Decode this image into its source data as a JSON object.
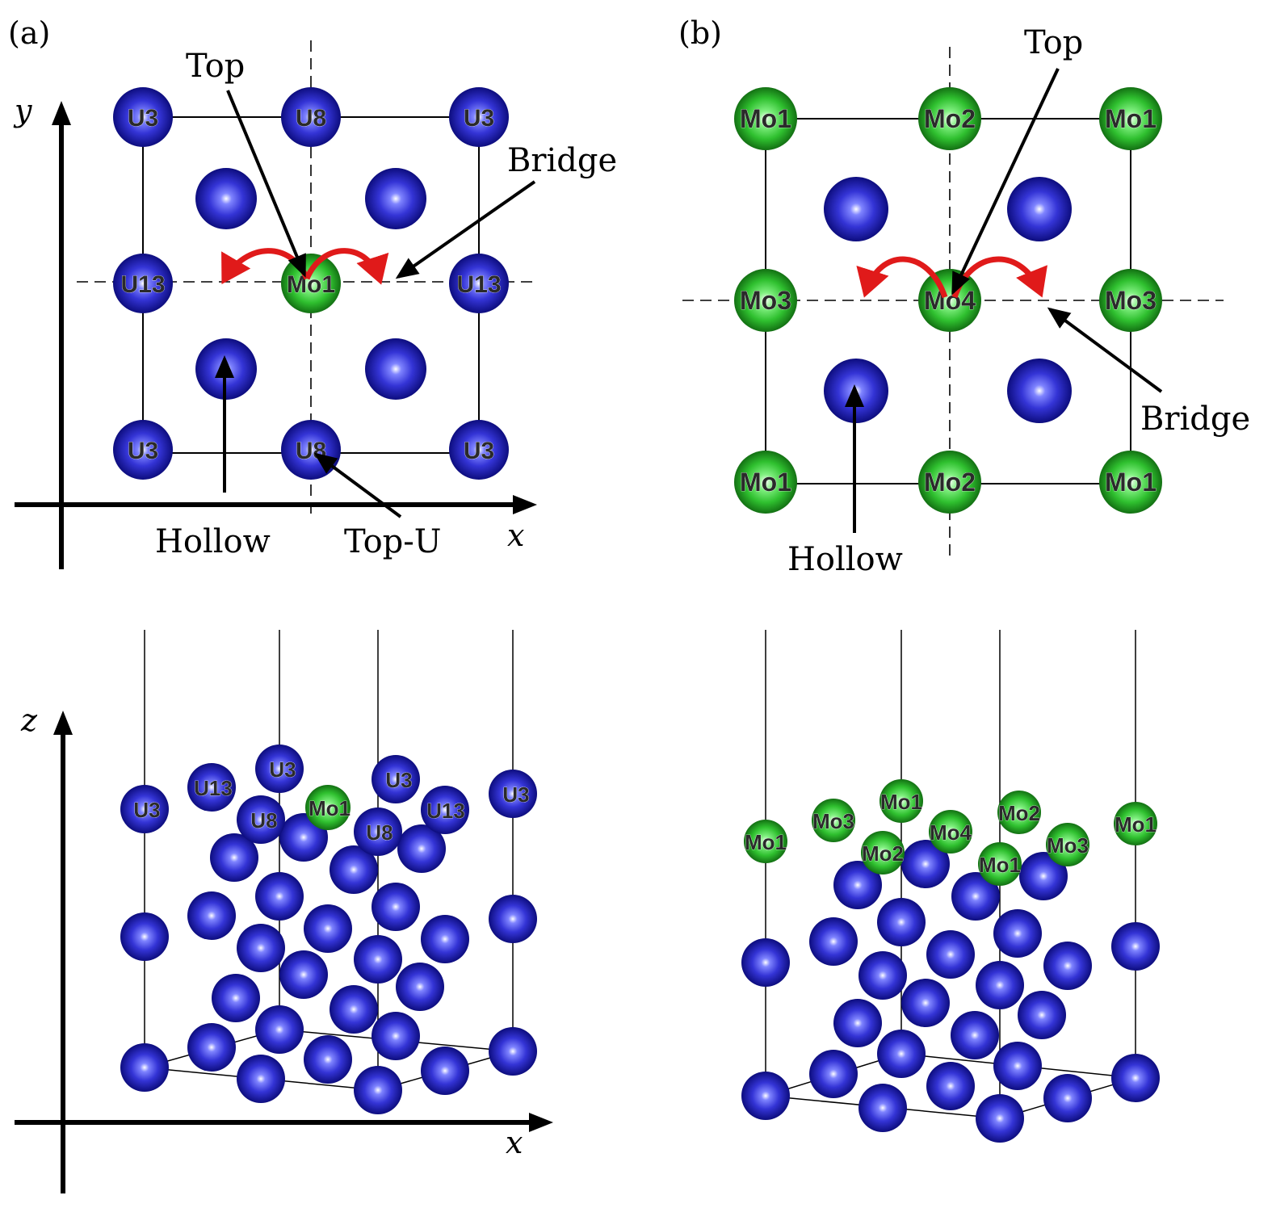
{
  "panel_a": {
    "label": "(a)",
    "top_view": {
      "labels": {
        "top": "Top",
        "bridge": "Bridge",
        "hollow": "Hollow",
        "top_u": "Top-U",
        "axis_x": "x",
        "axis_y": "y"
      },
      "corner_atoms": [
        "U3",
        "U8",
        "U3",
        "U13",
        "Mo1",
        "U13",
        "U3",
        "U8",
        "U3"
      ]
    },
    "side_view": {
      "labels": {
        "axis_x": "x",
        "axis_z": "z"
      },
      "atom_labels": [
        "U3",
        "U13",
        "U3",
        "U8",
        "U8",
        "Mo1",
        "U3",
        "U13",
        "U3"
      ]
    }
  },
  "panel_b": {
    "label": "(b)",
    "top_view": {
      "labels": {
        "top": "Top",
        "bridge": "Bridge",
        "hollow": "Hollow"
      },
      "corner_atoms": [
        "Mo1",
        "Mo2",
        "Mo1",
        "Mo3",
        "Mo4",
        "Mo3",
        "Mo1",
        "Mo2",
        "Mo1"
      ]
    },
    "side_view": {
      "atom_labels": [
        "Mo1",
        "Mo3",
        "Mo1",
        "Mo4",
        "Mo2",
        "Mo2",
        "Mo1",
        "Mo3",
        "Mo1"
      ]
    }
  },
  "colors": {
    "uranium": "#2a2ad8",
    "molybdenum": "#33c833",
    "arrow_red": "#e01a1a",
    "line": "#000000"
  }
}
